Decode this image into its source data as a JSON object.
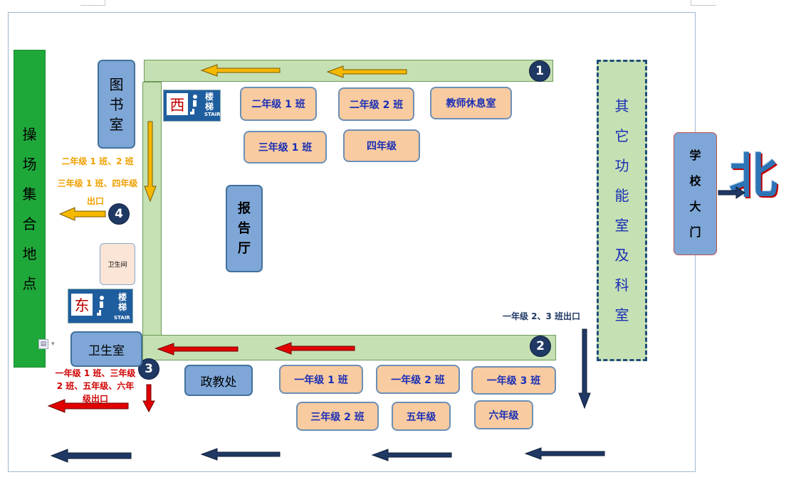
{
  "playground": {
    "label": "操场集合地点",
    "chars": [
      "操",
      "场",
      "集",
      "合",
      "地",
      "点"
    ]
  },
  "library": {
    "label": "图书室",
    "chars": [
      "图",
      "书",
      "室"
    ]
  },
  "hall": {
    "label": "报告厅",
    "chars": [
      "报",
      "告",
      "厅"
    ]
  },
  "restroom": {
    "label": "卫生间"
  },
  "clinic": {
    "label": "卫生室"
  },
  "office": {
    "label": "政教处"
  },
  "function_rooms": {
    "label": "其它功能室及科室",
    "chars": [
      "其",
      "它",
      "功",
      "能",
      "室",
      "及",
      "科",
      "室"
    ]
  },
  "school_gate": {
    "label": "学校大门",
    "chars": [
      "学",
      "校",
      "大",
      "门"
    ]
  },
  "north": {
    "label": "北"
  },
  "stairs": {
    "west": {
      "direction": "西",
      "label_line1": "楼",
      "label_line2": "梯",
      "sub": "STAIR"
    },
    "east": {
      "direction": "东",
      "label_line1": "楼",
      "label_line2": "梯",
      "sub": "STAIR"
    }
  },
  "rooms": {
    "g2c1": "二年级 1 班",
    "g2c2": "二年级 2 班",
    "teacher_lounge": "教师休息室",
    "g3c1": "三年级 1 班",
    "g4": "四年级",
    "g1c1": "一年级 1 班",
    "g1c2": "一年级 2 班",
    "g1c3": "一年级 3 班",
    "g3c2": "三年级 2 班",
    "g5": "五年级",
    "g6": "六年级"
  },
  "exits": {
    "e1": {
      "number": "1"
    },
    "e2": {
      "number": "2"
    },
    "e3": {
      "number": "3",
      "note_line1": "一年级 1 班、三年级",
      "note_line2": "2 班、五年级、六年",
      "note_line3": "级出口"
    },
    "e4": {
      "number": "4",
      "note_line1": "二年级 1 班、2 班",
      "note_line2": "三年级 1 班、四年级",
      "note_line3": "出口"
    },
    "grade1_note": "一年级 2、3 班出口"
  },
  "colors": {
    "corridor": "#c5e0b3",
    "room_fill": "#f8cba0",
    "box_blue": "#7ea7d8",
    "arrow_orange": "#f5b800",
    "arrow_red": "#e00000",
    "arrow_navy": "#1f3864",
    "playground_green": "#1fa83a"
  }
}
